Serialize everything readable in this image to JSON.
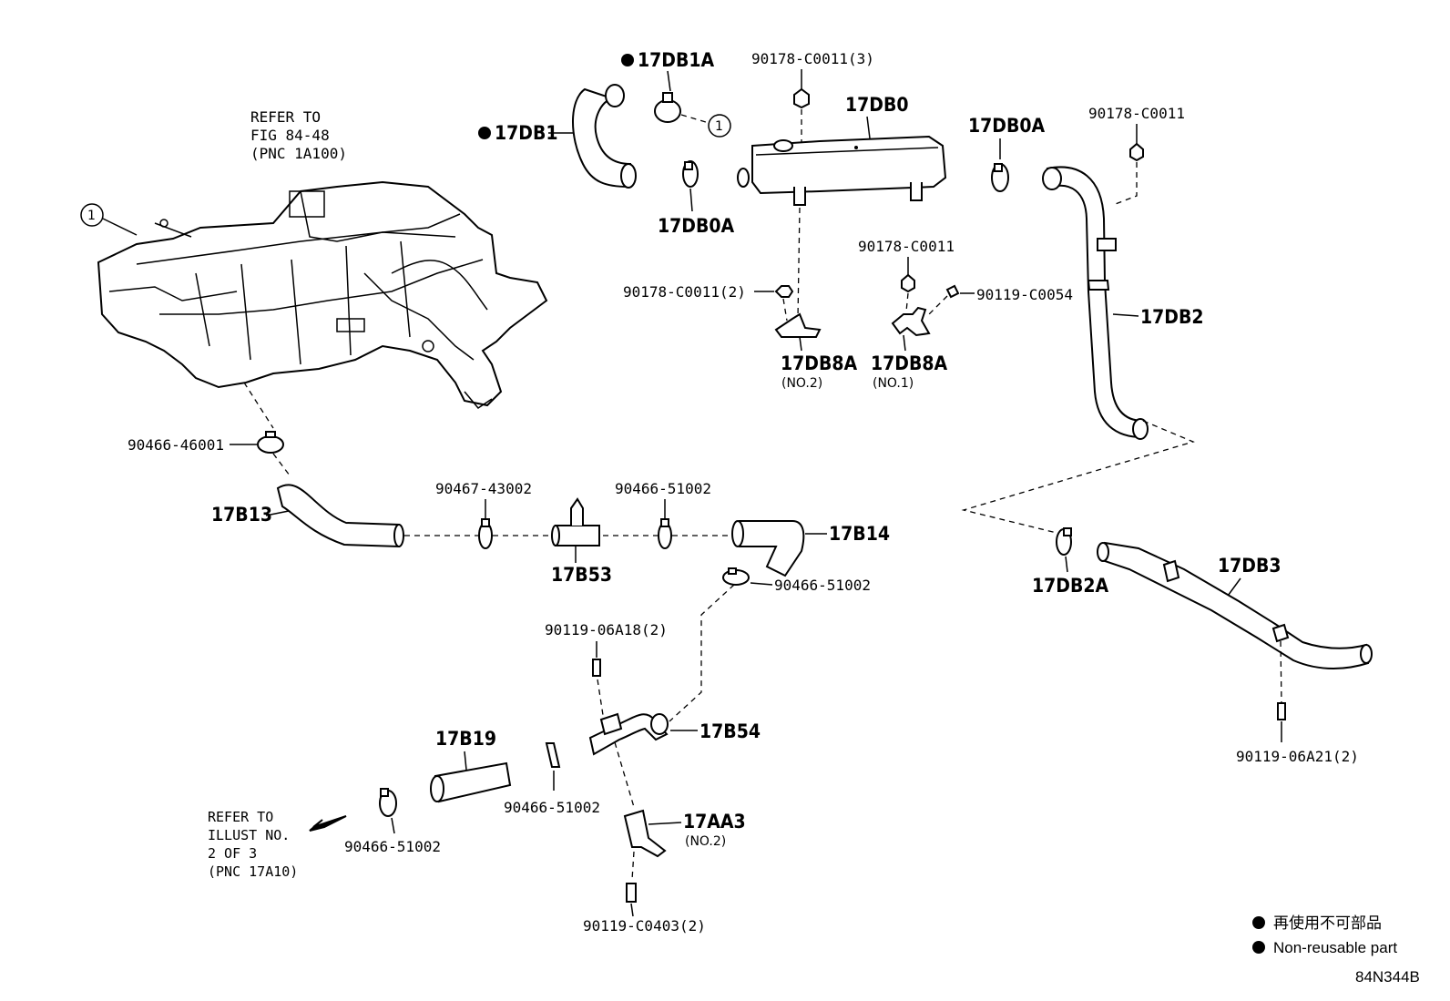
{
  "diagram": {
    "labels": {
      "refer_fig_1": "REFER TO",
      "refer_fig_2": "FIG 84-48",
      "refer_fig_3": "(PNC 1A100)",
      "callout_1_a": "1",
      "callout_1_b": "1",
      "p_17DB1A": "17DB1A",
      "p_17DB1": "17DB1",
      "p_17DB0A_left": "17DB0A",
      "p_17DB0": "17DB0",
      "p_17DB0A_right": "17DB0A",
      "p_90178_C0011_3": "90178-C0011(3)",
      "p_90178_C0011_top": "90178-C0011",
      "p_90178_C0011_mid": "90178-C0011",
      "p_90178_C0011_2": "90178-C0011(2)",
      "p_90119_C0054": "90119-C0054",
      "p_17DB2": "17DB2",
      "p_17DB8A_no2": "17DB8A",
      "sub_no2_a": "(NO.2)",
      "p_17DB8A_no1": "17DB8A",
      "sub_no1": "(NO.1)",
      "p_90466_46001": "90466-46001",
      "p_17B13": "17B13",
      "p_90467_43002": "90467-43002",
      "p_90466_51002_a": "90466-51002",
      "p_17B14": "17B14",
      "p_17B53": "17B53",
      "p_90466_51002_b": "90466-51002",
      "p_17DB2A": "17DB2A",
      "p_17DB3": "17DB3",
      "p_90119_06A18": "90119-06A18(2)",
      "p_17B54": "17B54",
      "p_17B19": "17B19",
      "p_90466_51002_c": "90466-51002",
      "p_90466_51002_d": "90466-51002",
      "p_17AA3": "17AA3",
      "sub_no2_b": "(NO.2)",
      "p_90119_06A21": "90119-06A21(2)",
      "p_90119_C0403": "90119-C0403(2)",
      "refer_ill_1": "REFER TO",
      "refer_ill_2": "ILLUST NO.",
      "refer_ill_3": "2 OF 3",
      "refer_ill_4": "(PNC 17A10)"
    },
    "legend": {
      "japanese": "再使用不可部品",
      "english": "Non-reusable part"
    },
    "figure_code": "84N344B"
  }
}
